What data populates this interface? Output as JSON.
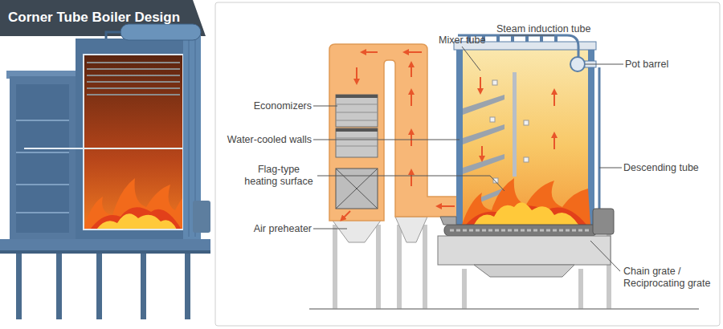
{
  "diagram": {
    "title": "Corner Tube Boiler Design",
    "labels": [
      "Economizers",
      "Water-cooled walls",
      "Flag-type heating surface",
      "Air preheater",
      "Mixer tube",
      "Steam induction tube",
      "Pot barrel",
      "Descending tube",
      "Chain grate / Reciprocating grate"
    ]
  }
}
